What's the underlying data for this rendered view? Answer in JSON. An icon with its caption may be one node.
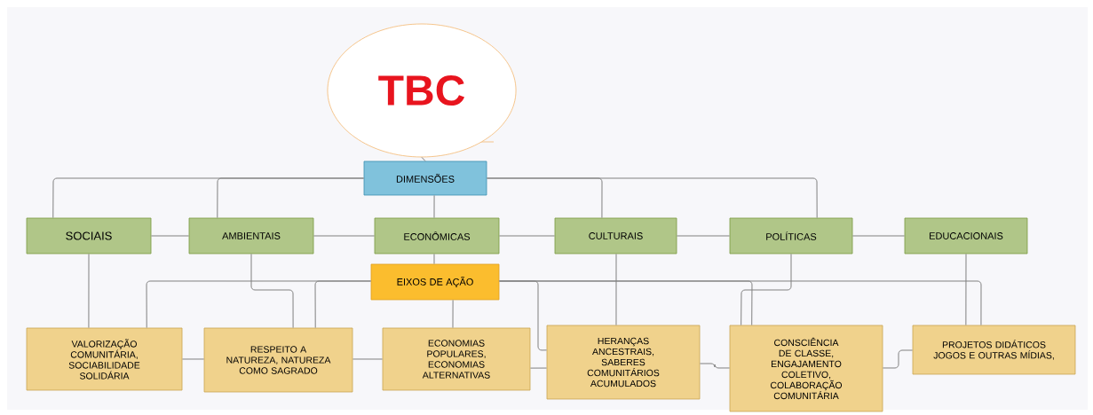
{
  "diagram": {
    "nodes": [
      {
        "text": [
          "TBC"
        ]
      },
      {
        "text": [
          "DIMENSÕES"
        ]
      },
      {
        "text": [
          "SOCIAIS"
        ]
      },
      {
        "text": [
          "AMBIENTAIS"
        ]
      },
      {
        "text": [
          "ECONÔMICAS"
        ]
      },
      {
        "text": [
          "CULTURAIS"
        ]
      },
      {
        "text": [
          "POLÍTICAS"
        ]
      },
      {
        "text": [
          "EDUCACIONAIS"
        ]
      },
      {
        "text": [
          "EIXOS DE AÇÃO"
        ]
      },
      {
        "text": [
          "VALORIZAÇÃO COMUNITÁRIA, SOCIABILIDADE SOLIDÁRIA"
        ]
      },
      {
        "text": [
          "RESPEITO A NATUREZA, NATUREZA COMO SAGRADO"
        ]
      },
      {
        "text": [
          "ECONOMIAS POPULARES, ECONOMIAS ALTERNATIVAS"
        ]
      },
      {
        "text": [
          "HERANÇAS ANCESTRAIS, SABERES COMUNITÁRIOS ACUMULADOS"
        ]
      },
      {
        "text": [
          "CONSCIÊNCIA DE CLASSE, ENGAJAMENTO COLETIVO, COLABORAÇÃO COMUNITÁRIA"
        ]
      },
      {
        "text": [
          "PROJETOS DIDÁTICOS JOGOS E OUTRAS MÍDIAS,"
        ]
      }
    ],
    "edges": [
      {
        "from": 0,
        "to": 1,
        "arrow": "none"
      },
      {
        "from": 1,
        "to": 2,
        "arrow": "none"
      },
      {
        "from": 1,
        "to": 3,
        "arrow": "none"
      },
      {
        "from": 1,
        "to": 4,
        "arrow": "none"
      },
      {
        "from": 1,
        "to": 5,
        "arrow": "none"
      },
      {
        "from": 1,
        "to": 6,
        "arrow": "none"
      },
      {
        "from": 2,
        "to": 3,
        "arrow": "none"
      },
      {
        "from": 3,
        "to": 4,
        "arrow": "none"
      },
      {
        "from": 4,
        "to": 5,
        "arrow": "none"
      },
      {
        "from": 5,
        "to": 6,
        "arrow": "none"
      },
      {
        "from": 6,
        "to": 7,
        "arrow": "none"
      },
      {
        "from": 4,
        "to": 8,
        "arrow": "none"
      },
      {
        "from": 8,
        "to": 9,
        "arrow": "none"
      },
      {
        "from": 8,
        "to": 10,
        "arrow": "none"
      },
      {
        "from": 8,
        "to": 11,
        "arrow": "none"
      },
      {
        "from": 8,
        "to": 12,
        "arrow": "none"
      },
      {
        "from": 8,
        "to": 13,
        "arrow": "none"
      },
      {
        "from": 8,
        "to": 14,
        "arrow": "none"
      },
      {
        "from": 2,
        "to": 9,
        "arrow": "none"
      },
      {
        "from": 3,
        "to": 10,
        "arrow": "none"
      },
      {
        "from": 5,
        "to": 12,
        "arrow": "none"
      },
      {
        "from": 6,
        "to": 13,
        "arrow": "none"
      },
      {
        "from": 7,
        "to": 14,
        "arrow": "none"
      },
      {
        "from": 9,
        "to": 10,
        "arrow": "none"
      },
      {
        "from": 10,
        "to": 11,
        "arrow": "none"
      },
      {
        "from": 11,
        "to": 12,
        "arrow": "none"
      },
      {
        "from": 12,
        "to": 13,
        "arrow": "none"
      },
      {
        "from": 13,
        "to": 14,
        "arrow": "none"
      }
    ]
  }
}
